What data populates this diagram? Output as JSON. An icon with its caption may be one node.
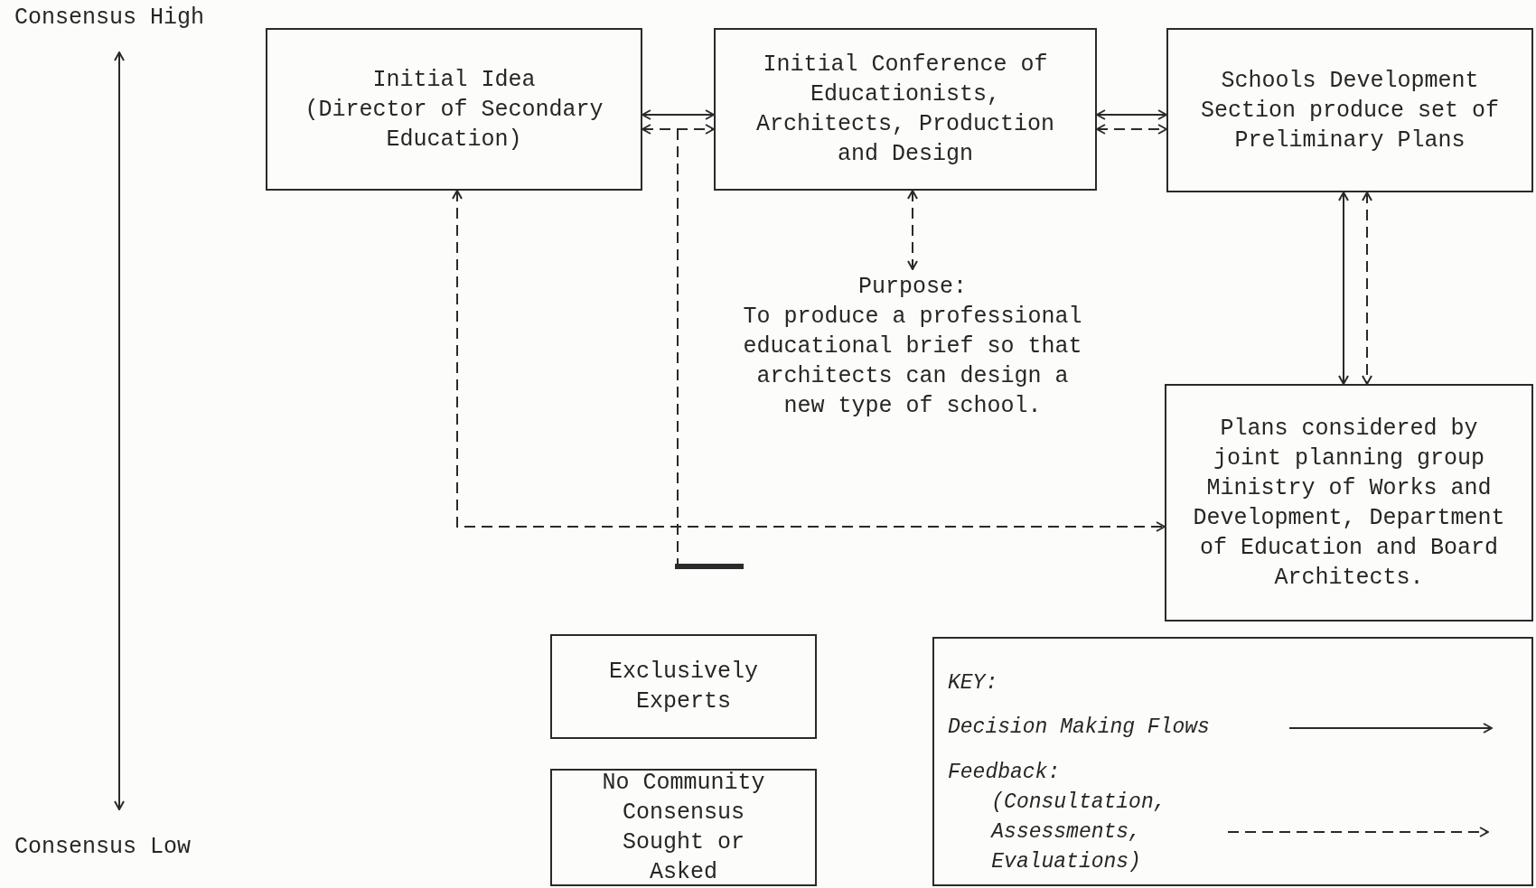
{
  "diagram": {
    "nodes": [
      {
        "text": [
          "Initial Idea",
          "(Director of Secondary Education)"
        ]
      },
      {
        "text": [
          "Initial Conference of Educationists, Architects, Production and Design"
        ]
      },
      {
        "text": [
          "Schools Development Section produce set of Preliminary Plans"
        ]
      },
      {
        "text": [
          "Purpose:",
          "To produce a professional educational brief so that architects can design a new type of school."
        ]
      },
      {
        "text": [
          "Plans considered by joint planning group Ministry of Works and Development, Department of Education and Board Architects."
        ]
      },
      {
        "text": [],
        "shape": "bar"
      },
      {
        "text": [
          "Exclusively Experts"
        ]
      },
      {
        "text": [
          "No Community Consensus Sought or Asked"
        ]
      }
    ],
    "edges": [
      {
        "from": 0,
        "to": 1,
        "arrow": "both"
      },
      {
        "from": 0,
        "to": 1,
        "arrow": "both",
        "style": "dashed"
      },
      {
        "from": 1,
        "to": 2,
        "arrow": "both"
      },
      {
        "from": 1,
        "to": 2,
        "arrow": "both",
        "style": "dashed"
      },
      {
        "from": 1,
        "to": 3,
        "arrow": "both",
        "style": "dashed"
      },
      {
        "from": 2,
        "to": 4,
        "arrow": "both"
      },
      {
        "from": 2,
        "to": 4,
        "arrow": "both",
        "style": "dashed"
      },
      {
        "from": 0,
        "to": 4,
        "arrow": "both",
        "style": "dashed"
      },
      {
        "from": null,
        "to": 5,
        "arrow": "none",
        "style": "dashed"
      }
    ],
    "labels": [
      "Consensus High",
      "Consensus Low",
      "KEY:"
    ],
    "legend": [
      {
        "text": "Decision Making Flows"
      },
      {
        "text": "Feedback: (Consultation, Assessments, Evaluations)"
      }
    ]
  }
}
